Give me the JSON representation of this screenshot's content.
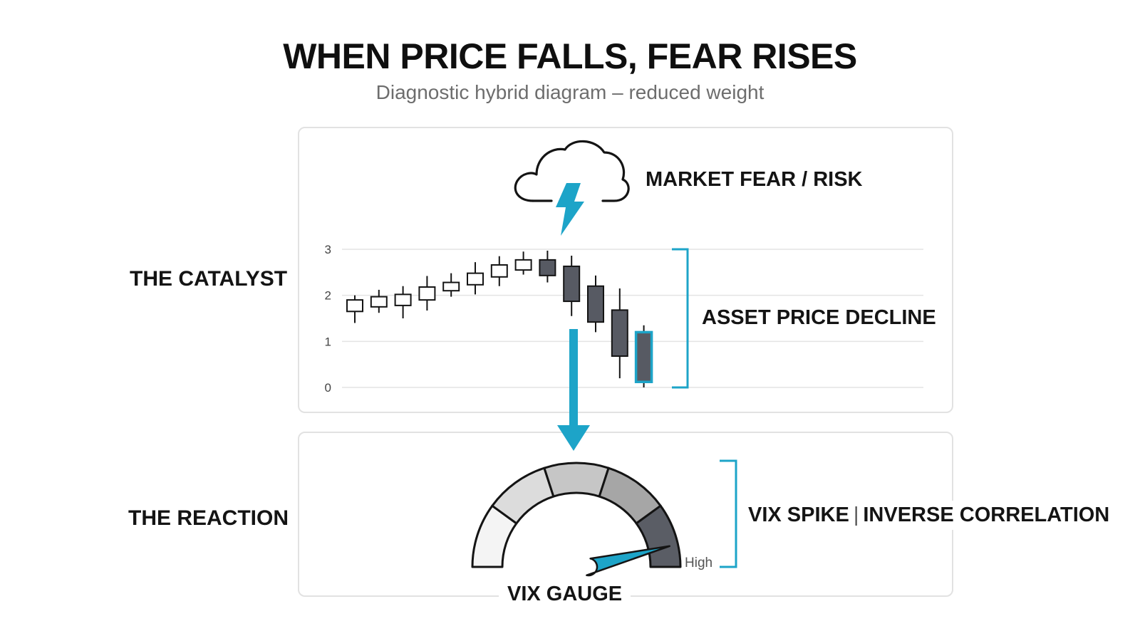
{
  "title": "WHEN PRICE FALLS, FEAR RISES",
  "subtitle": "Diagnostic hybrid diagram – reduced weight",
  "rows": {
    "catalyst": "THE CATALYST",
    "reaction": "THE REACTION"
  },
  "labels": {
    "fear": "MARKET FEAR / RISK",
    "decline": "ASSET PRICE DECLINE",
    "vix_spike": "VIX SPIKE",
    "separator": "|",
    "correlation": "INVERSE CORRELATION",
    "gauge": "VIX GAUGE",
    "high": "High"
  },
  "icons": [
    "storm-cloud-icon",
    "lightning-bolt-icon",
    "down-arrow-icon"
  ],
  "colors": {
    "accent": "#1da4c8",
    "bearish": "#575a63",
    "bullish": "#ffffff",
    "gauge_segments": [
      "#f4f4f4",
      "#dcdcdc",
      "#c6c6c6",
      "#a6a6a6",
      "#5a5d65"
    ]
  },
  "chart_data": {
    "type": "candlestick",
    "yticks": [
      "0",
      "1",
      "2",
      "3"
    ],
    "ylim": [
      0,
      3
    ],
    "candles": [
      {
        "open": 1.65,
        "close": 1.9,
        "high": 2.0,
        "low": 1.4,
        "dir": "up"
      },
      {
        "open": 1.75,
        "close": 1.97,
        "high": 2.12,
        "low": 1.62,
        "dir": "up"
      },
      {
        "open": 1.78,
        "close": 2.02,
        "high": 2.2,
        "low": 1.5,
        "dir": "up"
      },
      {
        "open": 1.9,
        "close": 2.18,
        "high": 2.42,
        "low": 1.67,
        "dir": "up"
      },
      {
        "open": 2.1,
        "close": 2.28,
        "high": 2.48,
        "low": 1.97,
        "dir": "up"
      },
      {
        "open": 2.23,
        "close": 2.48,
        "high": 2.72,
        "low": 2.02,
        "dir": "up"
      },
      {
        "open": 2.4,
        "close": 2.66,
        "high": 2.85,
        "low": 2.2,
        "dir": "up"
      },
      {
        "open": 2.55,
        "close": 2.77,
        "high": 2.95,
        "low": 2.45,
        "dir": "up"
      },
      {
        "open": 2.77,
        "close": 2.43,
        "high": 2.97,
        "low": 2.28,
        "dir": "down"
      },
      {
        "open": 2.63,
        "close": 1.87,
        "high": 2.86,
        "low": 1.55,
        "dir": "down"
      },
      {
        "open": 2.2,
        "close": 1.42,
        "high": 2.43,
        "low": 1.2,
        "dir": "down"
      },
      {
        "open": 1.68,
        "close": 0.68,
        "high": 2.15,
        "low": 0.2,
        "dir": "down"
      },
      {
        "open": 1.2,
        "close": 0.12,
        "high": 1.35,
        "low": 0.0,
        "dir": "down",
        "highlight": true
      }
    ]
  },
  "gauge": {
    "level": 0.93
  }
}
